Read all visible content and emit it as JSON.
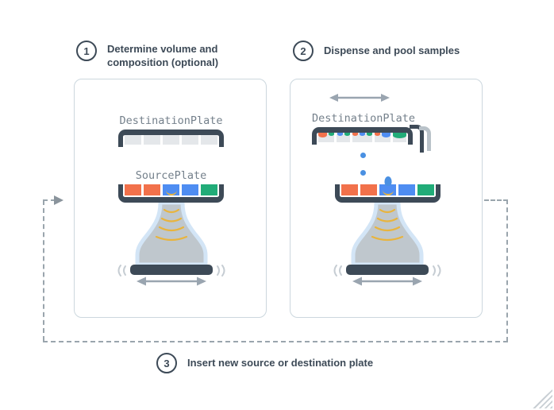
{
  "steps": [
    {
      "number": "1",
      "label": "Determine volume and composition (optional)"
    },
    {
      "number": "2",
      "label": "Dispense and pool samples"
    },
    {
      "number": "3",
      "label": "Insert new source or destination plate"
    }
  ],
  "labels": {
    "left_destination": "DestinationPlate",
    "left_source": "SourcePlate",
    "right_destination": "DestinationPlate"
  },
  "plates": {
    "left_destination": {
      "wells_empty": 5
    },
    "left_source": {
      "wells": [
        "orange",
        "orange",
        "blue",
        "blue",
        "green"
      ],
      "emitting_index": 2
    },
    "right_destination": {
      "wells_drops": [
        [
          {
            "c": "orange",
            "s": "m"
          },
          {
            "c": "green",
            "s": "s"
          }
        ],
        [
          {
            "c": "blue",
            "s": "s"
          },
          {
            "c": "green",
            "s": "s"
          }
        ],
        [
          {
            "c": "orange",
            "s": "s"
          },
          {
            "c": "blue",
            "s": "s"
          },
          {
            "c": "green",
            "s": "s"
          }
        ],
        [
          {
            "c": "orange",
            "s": "s"
          },
          {
            "c": "blue",
            "s": "m"
          }
        ],
        [
          {
            "c": "green",
            "s": "w"
          }
        ]
      ]
    },
    "right_source": {
      "wells": [
        "orange",
        "orange",
        "blue",
        "blue",
        "green"
      ],
      "emitting_index": 2
    }
  },
  "colors": {
    "dark": "#3d4a57",
    "orange": "#f2714b",
    "blue": "#4e8df2",
    "green": "#21ac78",
    "well_empty": "#e4e7ea",
    "droplet": "#4a90e2",
    "arrow": "#9aa5b0",
    "wave_yellow": "#e8b43e",
    "panel_border": "#ccd7de",
    "dashed_line": "#9aa5ad",
    "label_gray": "#74808b",
    "transducer_gray": "#bfc7cd",
    "glow_blue": "#d3e5f6",
    "vibration_gray": "#c6cdd3",
    "loop_arrow": "#8a949c"
  }
}
